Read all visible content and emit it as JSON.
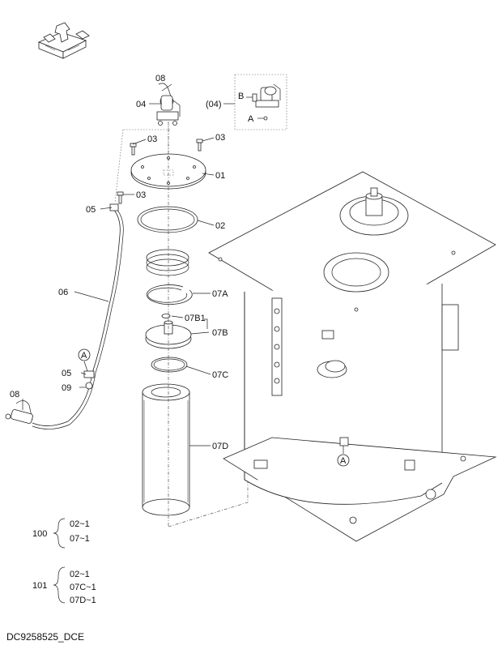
{
  "callouts": {
    "p08_top": "08",
    "p04": "04",
    "p04_paren": "(04)",
    "pB": "B",
    "pA_top": "A",
    "p03_left": "03",
    "p03_right": "03",
    "p01": "01",
    "p03_mid": "03",
    "p05_top": "05",
    "p02": "02",
    "p07A": "07A",
    "p07B1": "07B1",
    "p07B": "07B",
    "p06": "06",
    "pA_circle_left": "A",
    "p05_lower": "05",
    "p09": "09",
    "p07C": "07C",
    "p08_left": "08",
    "p07D": "07D",
    "pA_circle_tank": "A"
  },
  "kits": [
    {
      "id": "100",
      "items": [
        "02~1",
        "07~1"
      ]
    },
    {
      "id": "101",
      "items": [
        "02~1",
        "07C~1",
        "07D~1"
      ]
    }
  ],
  "drawing_code": "DC9258525_DCE",
  "icons": {
    "orientation": "orientation-arrow-icon"
  }
}
